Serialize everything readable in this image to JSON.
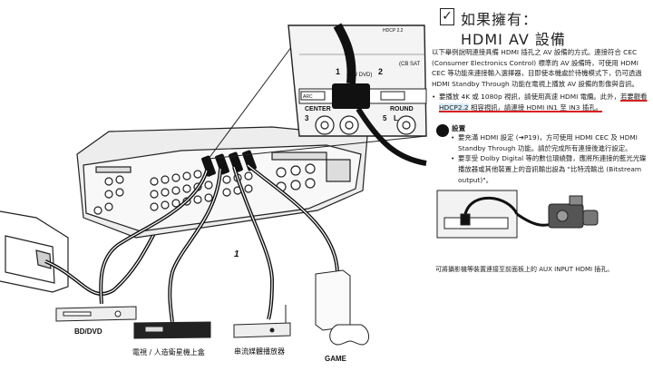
{
  "header": {
    "check_mark": "✓",
    "title_line1": "如果擁有：",
    "title_line2": "HDMI AV 設備"
  },
  "intro": "以下舉例說明連接具備 HDMI 插孔之 AV 設備的方式。連接符合 CEC (Consumer Electronics Control) 標準的 AV 設備時，可使用 HDMI CEC 等功能來連接輸入選擇器，目即使本機處於待機模式下，仍可透過 HDMI Standby Through 功能在電視上播放 AV 設備的影像與音訊。",
  "bullets": [
    {
      "pre": "要播放 4K 或 1080p 視訊，請使用高速 HDMI 電纜。此外，",
      "underline_a": "若要觀看 ",
      "highlight": "HDCP2.2",
      "underline_b": " 相容視訊，請連接 HDMI IN1 至 IN3 插孔。"
    }
  ],
  "settings": {
    "title": "設置",
    "items": [
      "要充滿 HDMI 設定 (➔P19)，方可使用 HDMI CEC 及 HDMI Standby Through 功能。請於完成所有連接後進行設定。",
      "要享受 Dolby Digital 等的數位環繞聲，應將所連接的藍光光碟播放器或其他裝置上的音訊輸出設為 \"比特流輸出 (Bitstream output)\"。"
    ]
  },
  "footnote": "可將攝影機等裝置連接至前面板上的 AUX INPUT HDMI 插孔。",
  "illustration": {
    "zoom_labels": {
      "hdcp": "HDCP 2.2",
      "num1": "1",
      "num2": "2",
      "bd_dvd": "(BD/ DVD)",
      "cbl_sat": "(CB SAT",
      "arc": "ARC",
      "center": "CENTER",
      "num3": "3",
      "round": "ROUND",
      "num5": "5",
      "l": "L"
    },
    "connection_marker": "1",
    "devices": {
      "bd_dvd": "BD/DVD",
      "stb": "電視 / 人造衛星機上盒",
      "streaming": "串流媒體播放器",
      "game": "GAME"
    }
  }
}
